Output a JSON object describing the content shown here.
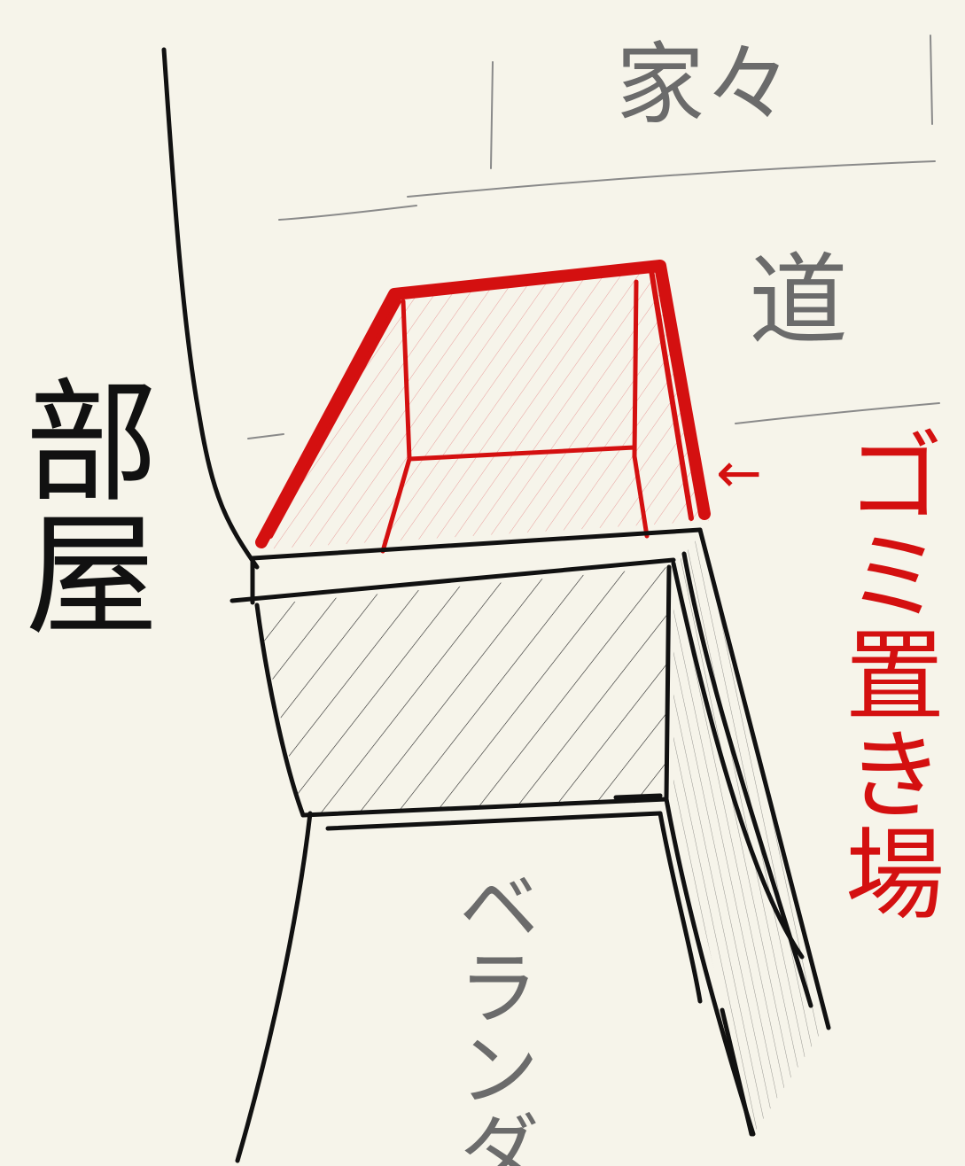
{
  "labels": {
    "houses": "家々",
    "road": "道",
    "room": "部屋",
    "trash_area": "ゴミ置き場",
    "veranda": "ベランダ",
    "arrow": "←"
  },
  "colors": {
    "background": "#f6f4ea",
    "ink": "#111111",
    "gray_text": "#6b6b6b",
    "accent_red": "#d41010"
  }
}
